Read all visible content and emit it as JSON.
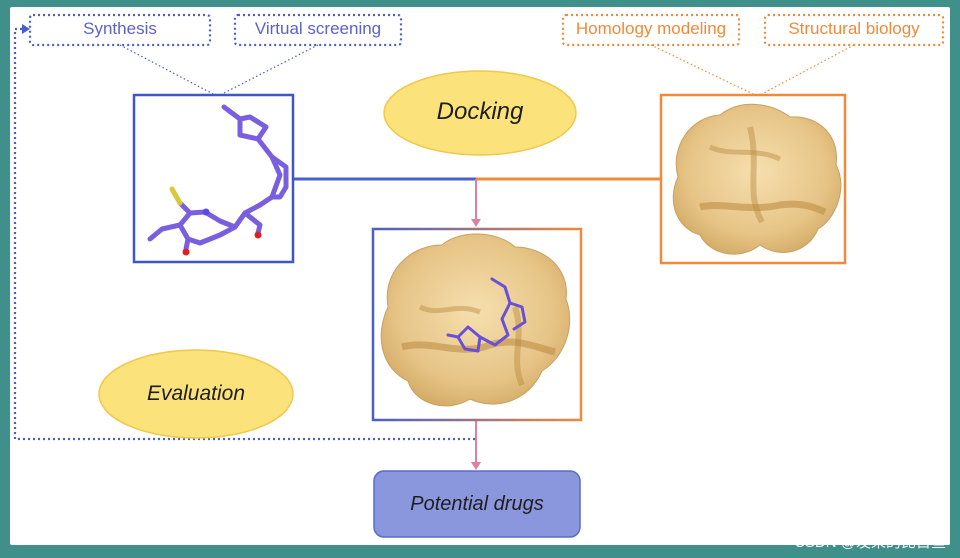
{
  "top_left_labels": [
    "Synthesis",
    "Virtual screening"
  ],
  "top_right_labels": [
    "Homology modeling",
    "Structural biology"
  ],
  "docking_label": "Docking",
  "evaluation_label": "Evaluation",
  "result_label": "Potential drugs",
  "watermark": "CSDN @发呆的比目鱼",
  "colors": {
    "blue": "#4a5fc9",
    "orange": "#f08a3a",
    "pink": "#e07fa0",
    "oval_fill": "#fbe27a",
    "oval_stroke": "#f0c84a",
    "result_fill": "#8b97dc",
    "protein": "#e9c98a",
    "ligand": "#7a5ee0"
  },
  "icons": [
    "ligand-molecule-icon",
    "protein-surface-icon",
    "protein-ligand-complex-icon"
  ]
}
